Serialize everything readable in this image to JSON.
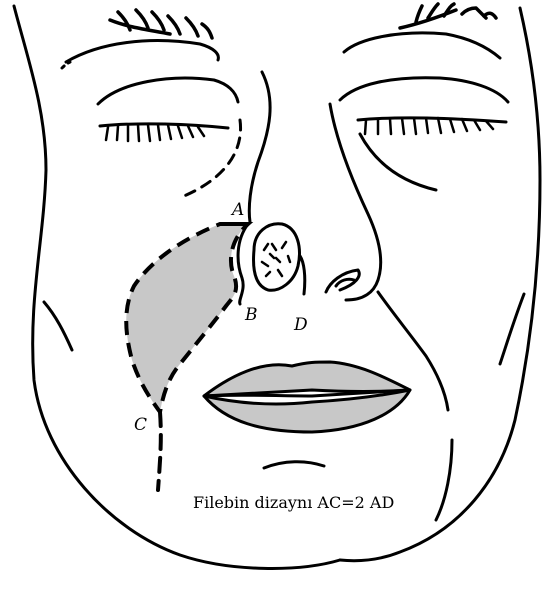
{
  "figure": {
    "caption": "Filebin dizaynı AC=2 AD",
    "points": {
      "A": "A",
      "B": "B",
      "C": "C",
      "D": "D"
    }
  },
  "colors": {
    "line": "#000000",
    "flap_fill": "#c8c8c8",
    "lip_fill": "#c8c8c8",
    "background": "#ffffff"
  }
}
